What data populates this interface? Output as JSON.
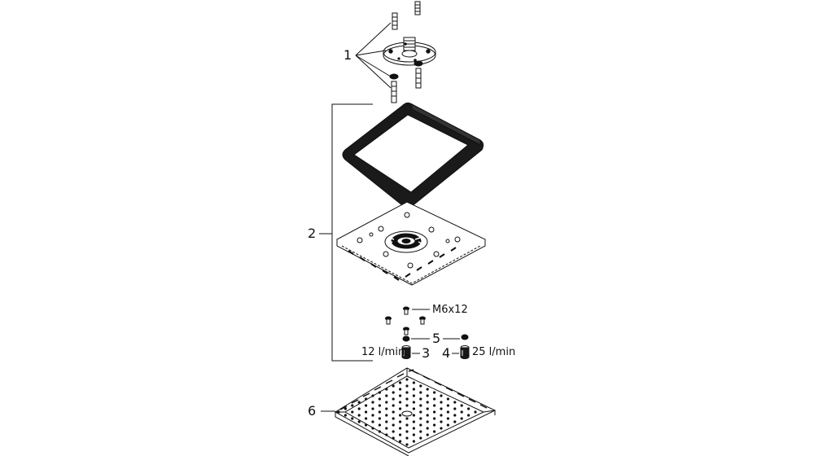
{
  "labels": {
    "mounting_kit": "1",
    "body_assembly": "2",
    "flow_limiter_12": "3",
    "flow_limiter_25": "4",
    "seal": "5",
    "spray_plate": "6",
    "screw_size": "M6x12",
    "flow_12": "12 l/min",
    "flow_25": "25 l/min"
  },
  "colors": {
    "line": "#111111",
    "fill": "#ffffff",
    "dark": "#1a1a1a"
  }
}
